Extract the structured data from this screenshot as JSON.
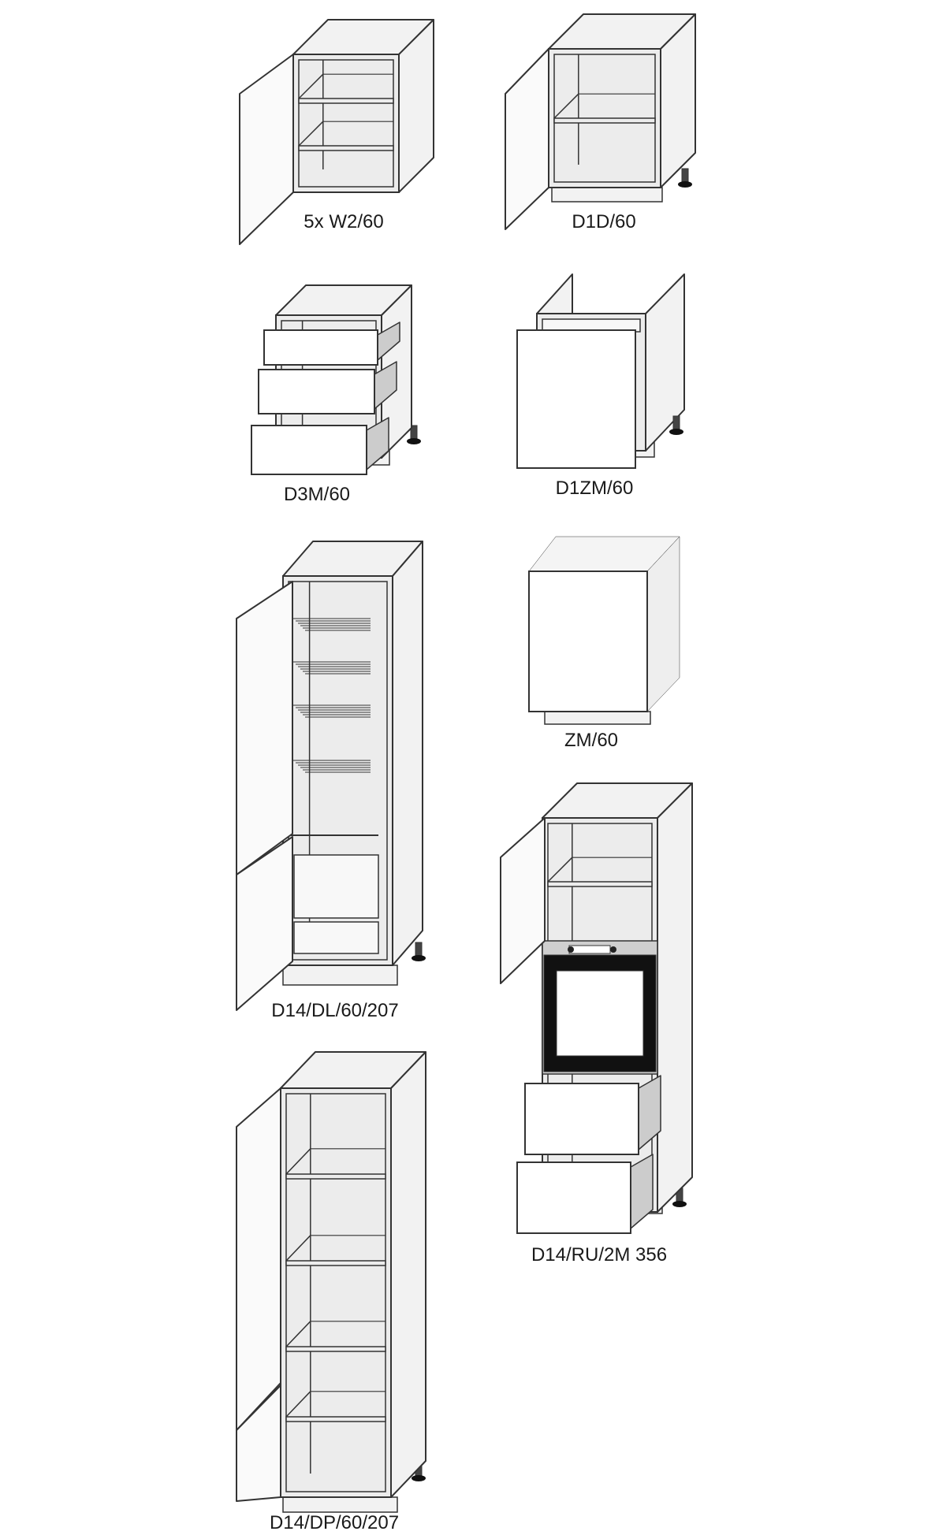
{
  "cabinets": [
    {
      "id": "w2-60",
      "label": "5x W2/60"
    },
    {
      "id": "d1d-60",
      "label": "D1D/60"
    },
    {
      "id": "d3m-60",
      "label": "D3M/60"
    },
    {
      "id": "d1zm-60",
      "label": "D1ZM/60"
    },
    {
      "id": "d14-dl-60-207",
      "label": "D14/DL/60/207"
    },
    {
      "id": "zm-60",
      "label": "ZM/60"
    },
    {
      "id": "d14-ru-2m-356",
      "label": "D14/RU/2M 356"
    },
    {
      "id": "d14-dp-60-207",
      "label": "D14/DP/60/207"
    }
  ],
  "colors": {
    "stroke": "#333333",
    "panel": "#f2f2f2",
    "interior": "#ececec",
    "drawer_side": "#cccccc",
    "oven": "#111111"
  }
}
